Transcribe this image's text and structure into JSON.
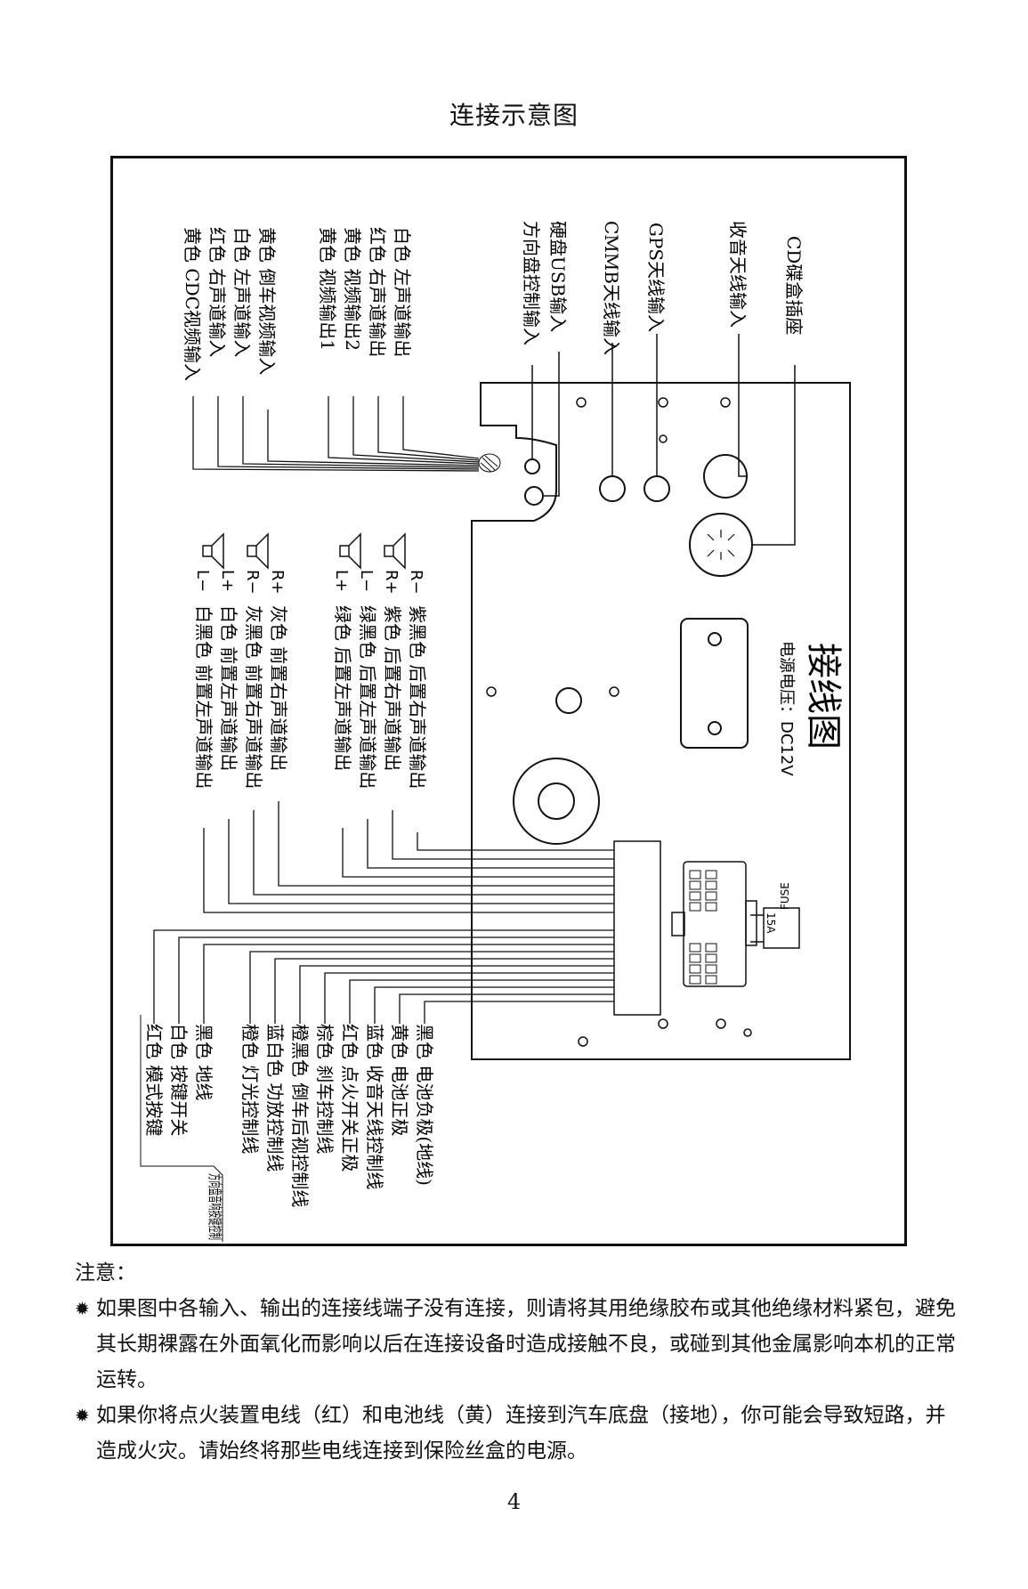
{
  "page_title": "连接示意图",
  "panel": {
    "title": "接线图",
    "voltage": "电源电压：DC12V",
    "fuse_text": "FUSE",
    "fuse_rating": "15A"
  },
  "top_labels": [
    "CD碟盒插座",
    "收音天线输入",
    "GPS天线输入",
    "CMMB天线输入",
    "硬盘USB输入",
    "方向盘控制输入"
  ],
  "av_labels": [
    "白色  左声道输出",
    "红色  右声道输出",
    "黄色  视频输出2",
    "黄色  视频输出1",
    "黄色  倒车视频输入",
    "白色  左声道输入",
    "红色  右声道输入",
    "黄色  CDC视频输入"
  ],
  "rear_speaker_polarity": [
    "R−",
    "R+",
    "L−",
    "L+"
  ],
  "front_speaker_polarity": [
    "R+",
    "R−",
    "L+",
    "L−"
  ],
  "speaker_labels": [
    "紫黑色  后置右声道输出",
    "紫色    后置右声道输出",
    "绿黑色  后置左声道输出",
    "绿色    后置左声道输出",
    "灰色    前置右声道输出",
    "灰黑色  前置右声道输出",
    "白色    前置左声道输出",
    "白黑色  前置左声道输出"
  ],
  "power_labels": [
    "黑色  电池负极(地线)",
    "黄色  电池正极",
    "蓝色  收音天线控制线",
    "红色  点火开关正极",
    "棕色  刹车控制线",
    "橙黑色  倒车后视控制线",
    "蓝白色  功放控制线",
    "橙色  灯光控制线",
    "黑色  地线",
    "白色  按键开关",
    "红色  模式按键"
  ],
  "steering_group": "方向盘音响按键控制",
  "notes": {
    "heading": "注意：",
    "items": [
      "如果图中各输入、输出的连接线端子没有连接，则请将其用绝缘胶布或其他绝缘材料紧包，避免其长期裸露在外面氧化而影响以后在连接设备时造成接触不良，或碰到其他金属影响本机的正常运转。",
      "如果你将点火装置电线（红）和电池线（黄）连接到汽车底盘（接地），你可能会导致短路，并造成火灾。请始终将那些电线连接到保险丝盒的电源。"
    ]
  },
  "page_number": "4"
}
